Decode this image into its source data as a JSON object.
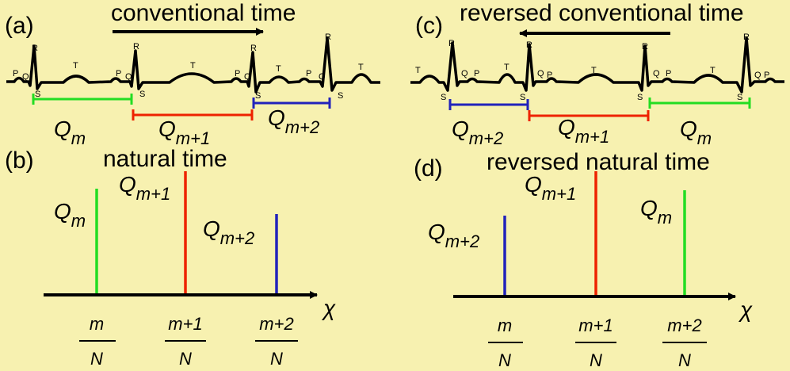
{
  "panels": {
    "a": {
      "tag": "(a)",
      "title": "conventional time"
    },
    "b": {
      "tag": "(b)",
      "title": "natural time"
    },
    "c": {
      "tag": "(c)",
      "title": "reversed conventional time"
    },
    "d": {
      "tag": "(d)",
      "title": "reversed natural time"
    }
  },
  "wave_labels": {
    "R": "R",
    "S": "S",
    "T": "T",
    "P": "P",
    "Q": "Q"
  },
  "charge": {
    "q": "Q",
    "sub_m": "m",
    "sub_m1": "m+1",
    "sub_m2": "m+2"
  },
  "axis": {
    "chi": "χ",
    "num_m": "m",
    "num_m1": "m+1",
    "num_m2": "m+2",
    "den": "N"
  },
  "colors": {
    "background": "#f7f1b0",
    "green": "#22dd22",
    "red": "#ee2200",
    "blue": "#2222bb",
    "black": "#000000"
  }
}
